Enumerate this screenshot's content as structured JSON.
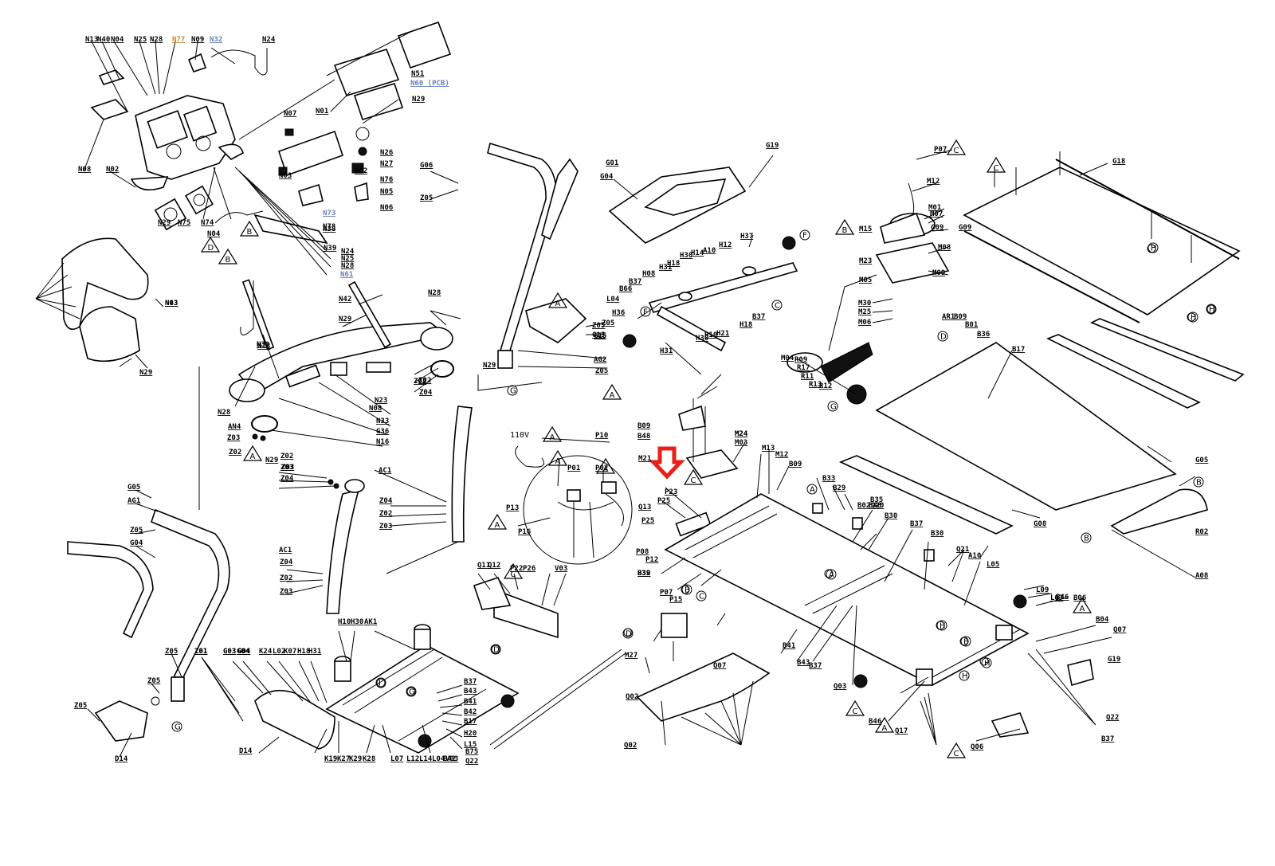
{
  "diagram": {
    "title": "Treadmill exploded parts diagram",
    "highlight": {
      "type": "arrow",
      "color": "#e8201c",
      "points_to": "P23",
      "direction": "down"
    },
    "voltage_label": "110V",
    "triangle_markers": [
      "A",
      "B",
      "C",
      "D"
    ],
    "circle_markers": [
      "A",
      "B",
      "C",
      "D",
      "E",
      "F",
      "G",
      "H",
      "I"
    ],
    "groups": [
      {
        "name": "console-top",
        "labels": [
          "N13",
          "N40",
          "N04",
          "N25",
          "N28",
          "N77",
          "N09",
          "N32",
          "N24",
          "N51",
          "N60 (PCB)",
          "N29",
          "N01",
          "N02",
          "N62",
          "N26",
          "N27",
          "N76",
          "N06",
          "N05",
          "N07",
          "N03",
          "N04",
          "N78",
          "N39",
          "N38",
          "N24",
          "N25",
          "N28",
          "N29",
          "N75",
          "N74",
          "N43",
          "N08",
          "N03",
          "N29",
          "N30",
          "N61",
          "N73"
        ]
      },
      {
        "name": "handlebar-assembly",
        "labels": [
          "N28",
          "N42",
          "N18",
          "N29",
          "N23",
          "N08",
          "N33",
          "G36",
          "N16",
          "AN4",
          "Z03",
          "Z02",
          "N29",
          "Z02",
          "Z03",
          "Z04",
          "AC1",
          "Z04",
          "Z02",
          "Z03",
          "AC1",
          "Z04",
          "Z02",
          "Z03",
          "N28",
          "Z01",
          "Z03",
          "Z02",
          "Z04",
          "Z02",
          "N29"
        ]
      },
      {
        "name": "side-rail-left",
        "labels": [
          "G05",
          "AG1",
          "Z05",
          "G04",
          "Z05",
          "Z05",
          "Z05",
          "D14",
          "Z01",
          "G03",
          "G04"
        ]
      },
      {
        "name": "upright-right",
        "labels": [
          "G06",
          "Z05",
          "AG2",
          "Z05",
          "G15",
          "Z05",
          "G04",
          "G01",
          "G19"
        ]
      },
      {
        "name": "motor-cover-lift",
        "labels": [
          "H37",
          "H12",
          "A10",
          "H14",
          "H30",
          "H18",
          "H31",
          "H08",
          "B37",
          "B66",
          "L04",
          "H36",
          "Z05",
          "G15",
          "H31",
          "H18",
          "H21",
          "H10",
          "H30",
          "B37"
        ]
      },
      {
        "name": "electrical",
        "labels": [
          "P10",
          "P01",
          "P02",
          "P13",
          "P16",
          "P08",
          "P12",
          "P39",
          "P25",
          "Q13",
          "P23",
          "P25",
          "M21",
          "B09",
          "B48",
          "M24",
          "M03",
          "M13",
          "M12",
          "M24"
        ]
      },
      {
        "name": "motor",
        "labels": [
          "P07",
          "M12",
          "M01",
          "M07",
          "G09",
          "M15",
          "M08",
          "M09",
          "M23",
          "M05",
          "M30",
          "M25",
          "M06",
          "AR1",
          "B09",
          "B01",
          "B36",
          "M04",
          "R09",
          "R17",
          "R11",
          "R13",
          "R12",
          "G18"
        ]
      },
      {
        "name": "deck-frame",
        "labels": [
          "B17",
          "G05",
          "G08",
          "G09",
          "B02",
          "R02",
          "A08",
          "B09",
          "B33",
          "B29",
          "B48",
          "B35",
          "B30",
          "B37",
          "B30",
          "Q20",
          "Q21",
          "A10",
          "L05",
          "L09",
          "L07",
          "B46",
          "B06",
          "B04",
          "Q07",
          "G19",
          "Q22",
          "B46",
          "Q17",
          "Q06",
          "B37",
          "B41",
          "B43",
          "B37",
          "Q03",
          "Q02",
          "M27",
          "Q07",
          "P15",
          "B32",
          "P07",
          "B39"
        ]
      },
      {
        "name": "base-frame-left",
        "labels": [
          "H10",
          "H30",
          "AK1",
          "Z01",
          "G03",
          "G04",
          "K24",
          "L02",
          "K07",
          "H18",
          "H31",
          "B37",
          "B43",
          "B41",
          "B42",
          "B17",
          "H20",
          "L15",
          "B75",
          "Q22",
          "Q12",
          "Q11",
          "P22",
          "P26",
          "V03",
          "Q02",
          "K19",
          "K27",
          "K29",
          "K28",
          "L07",
          "L12",
          "L14",
          "L04",
          "B42",
          "V03",
          "D14"
        ]
      }
    ]
  }
}
